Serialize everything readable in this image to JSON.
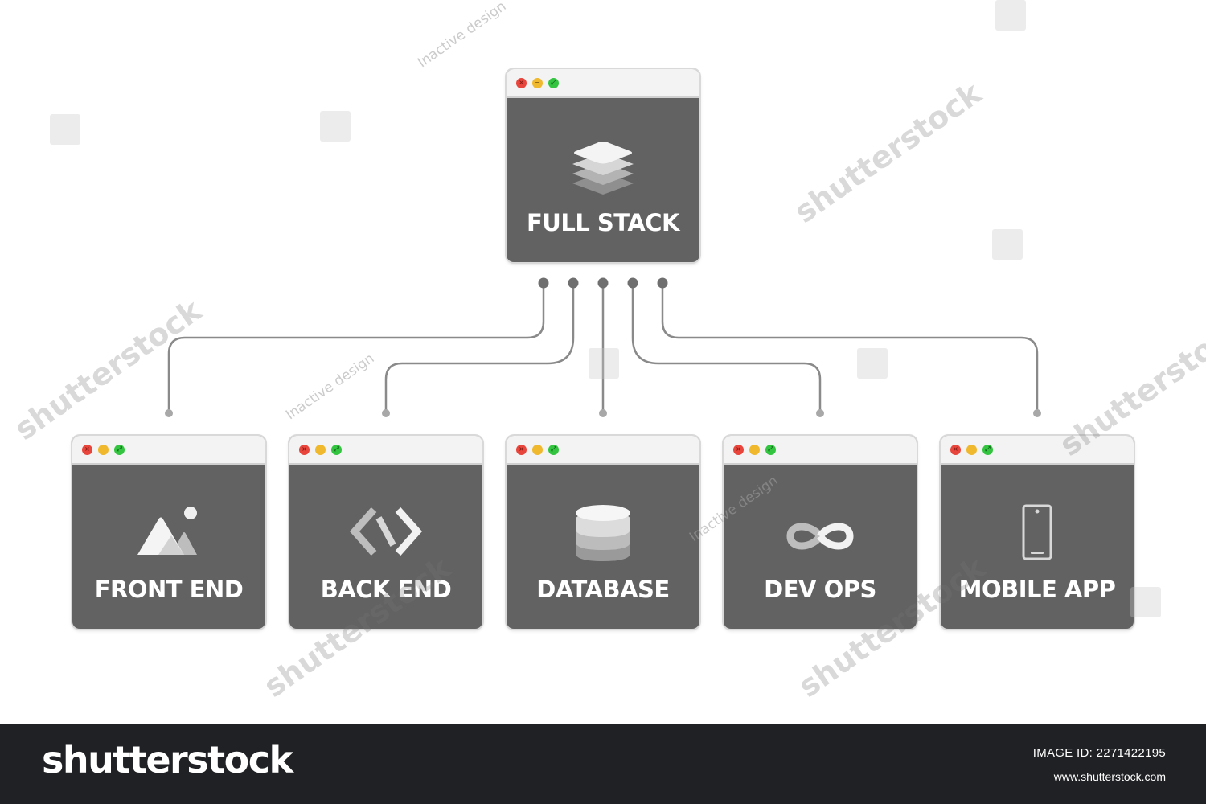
{
  "diagram": {
    "root": {
      "label": "FULL STACK",
      "icon": "layers-stack-icon"
    },
    "children": [
      {
        "label": "FRONT END",
        "icon": "image-mountain-icon"
      },
      {
        "label": "BACK END",
        "icon": "code-brackets-icon"
      },
      {
        "label": "DATABASE",
        "icon": "database-icon"
      },
      {
        "label": "DEV OPS",
        "icon": "infinity-loop-icon"
      },
      {
        "label": "MOBILE APP",
        "icon": "smartphone-icon"
      }
    ]
  },
  "window_controls": {
    "close": "×",
    "minimize": "−",
    "maximize": "⤢"
  },
  "colors": {
    "window_body": "#626262",
    "title_bar": "#f3f3f3",
    "connector": "#8a8a8a",
    "close": "#e8453c",
    "minimize": "#f0b82c",
    "maximize": "#33c53f",
    "footer": "#202124"
  },
  "watermark": {
    "brand": "shutterstock",
    "overlay_text": "Inactive design",
    "image_id": "IMAGE ID: 2271422195",
    "url": "www.shutterstock.com"
  }
}
